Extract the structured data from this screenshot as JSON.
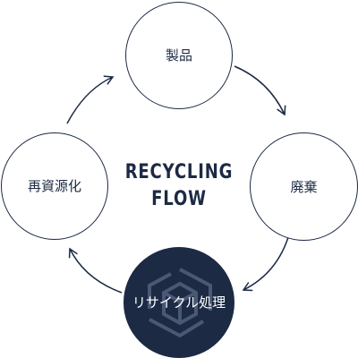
{
  "title": {
    "line1": "RECYCLING",
    "line2": "FLOW"
  },
  "nodes": {
    "product": "製品",
    "waste": "廃棄",
    "recycling": "リサイクル処理",
    "reuse": "再資源化"
  },
  "colors": {
    "navy": "#1c2a44",
    "background": "#ffffff",
    "mark": "#4a5874"
  },
  "icons": {
    "recycling_mark": "hexagon-recycle-icon"
  }
}
